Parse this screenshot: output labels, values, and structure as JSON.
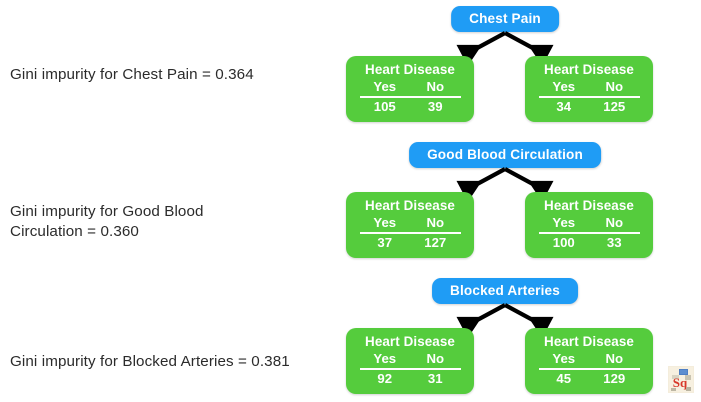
{
  "background_color": "#ffffff",
  "node_colors": {
    "root": "#1f9cf5",
    "leaf": "#55cc3d",
    "node_text": "#ffffff",
    "caption_text": "#2b2b2b",
    "arrow": "#000000"
  },
  "captions": [
    "Gini impurity for Chest Pain = 0.364",
    "Gini impurity for Good Blood\nCirculation = 0.360",
    "Gini impurity for Blocked Arteries = 0.381"
  ],
  "trees": [
    {
      "root_label": "Chest Pain",
      "gini": "0.364",
      "leaves": [
        {
          "title": "Heart Disease",
          "columns": [
            "Yes",
            "No"
          ],
          "values": [
            "105",
            "39"
          ]
        },
        {
          "title": "Heart Disease",
          "columns": [
            "Yes",
            "No"
          ],
          "values": [
            "34",
            "125"
          ]
        }
      ]
    },
    {
      "root_label": "Good Blood Circulation",
      "gini": "0.360",
      "leaves": [
        {
          "title": "Heart Disease",
          "columns": [
            "Yes",
            "No"
          ],
          "values": [
            "37",
            "127"
          ]
        },
        {
          "title": "Heart Disease",
          "columns": [
            "Yes",
            "No"
          ],
          "values": [
            "100",
            "33"
          ]
        }
      ]
    },
    {
      "root_label": "Blocked Arteries",
      "gini": "0.381",
      "leaves": [
        {
          "title": "Heart Disease",
          "columns": [
            "Yes",
            "No"
          ],
          "values": [
            "92",
            "31"
          ]
        },
        {
          "title": "Heart Disease",
          "columns": [
            "Yes",
            "No"
          ],
          "values": [
            "45",
            "129"
          ]
        }
      ]
    }
  ],
  "watermark": {
    "name": "statquest-logo",
    "text": "Sq"
  }
}
